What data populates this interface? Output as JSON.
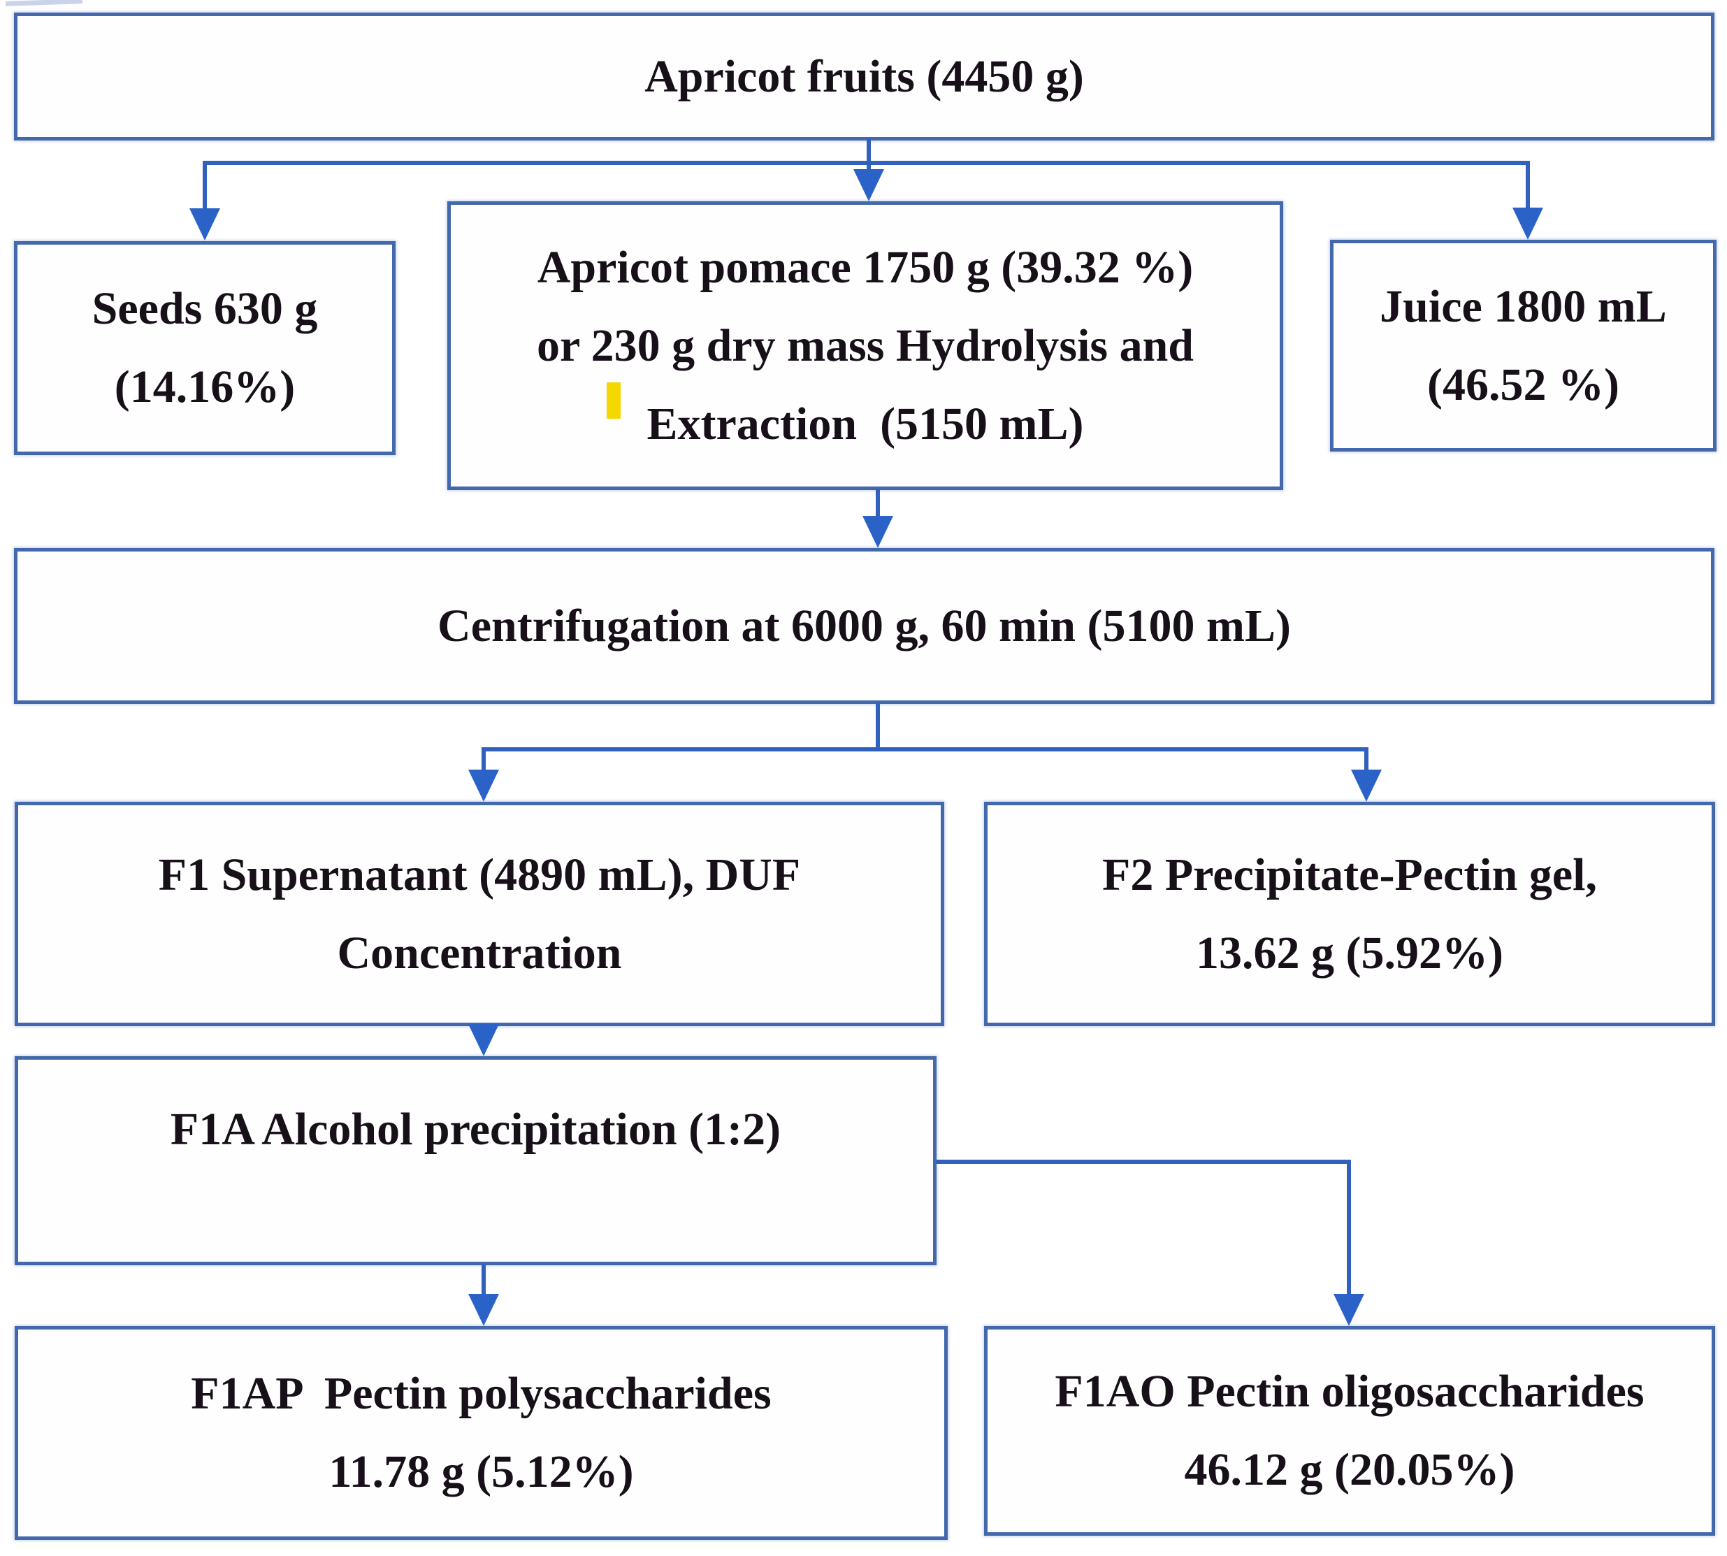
{
  "diagram": {
    "description": "Flow chart of apricot fruit processing: pomace hydrolysis, centrifugation and pectin fraction yields",
    "colors": {
      "box_border": "#4368ab",
      "connector_line": "#3061bd",
      "arrowhead": "#2a62c8",
      "text": "#171019",
      "background": "#ffffff",
      "highlight_mark": "#f5d800"
    },
    "nodes": {
      "apricot_fruits": {
        "lines": [
          "Apricot fruits (4450 g)"
        ]
      },
      "seeds": {
        "lines": [
          "Seeds 630 g",
          "(14.16%)"
        ]
      },
      "pomace": {
        "lines": [
          "Apricot pomace 1750 g (39.32 %)",
          "or 230 g dry mass Hydrolysis and",
          "Extraction  (5150 mL)"
        ]
      },
      "juice": {
        "lines": [
          "Juice 1800 mL",
          "(46.52 %)"
        ]
      },
      "centrifugation": {
        "lines": [
          "Centrifugation at 6000 g, 60 min (5100 mL)"
        ]
      },
      "f1_supernatant": {
        "lines": [
          "F1 Supernatant (4890 mL), DUF",
          "Concentration"
        ]
      },
      "f2_precipitate": {
        "lines": [
          "F2 Precipitate-Pectin gel,",
          "13.62 g (5.92%)"
        ]
      },
      "f1a_alcohol": {
        "lines": [
          "F1A Alcohol precipitation (1:2)"
        ]
      },
      "f1ap_polysaccharides": {
        "lines": [
          "F1AP  Pectin polysaccharides",
          "11.78 g (5.12%)"
        ]
      },
      "f1ao_oligosaccharides": {
        "lines": [
          "F1AO Pectin oligosaccharides",
          "46.12 g (20.05%)"
        ]
      }
    },
    "edges": [
      {
        "from": "apricot_fruits",
        "to": "seeds"
      },
      {
        "from": "apricot_fruits",
        "to": "pomace"
      },
      {
        "from": "apricot_fruits",
        "to": "juice"
      },
      {
        "from": "pomace",
        "to": "centrifugation"
      },
      {
        "from": "centrifugation",
        "to": "f1_supernatant"
      },
      {
        "from": "centrifugation",
        "to": "f2_precipitate"
      },
      {
        "from": "f1_supernatant",
        "to": "f1a_alcohol"
      },
      {
        "from": "f1a_alcohol",
        "to": "f1ap_polysaccharides"
      },
      {
        "from": "f1a_alcohol",
        "to": "f1ao_oligosaccharides"
      }
    ]
  }
}
